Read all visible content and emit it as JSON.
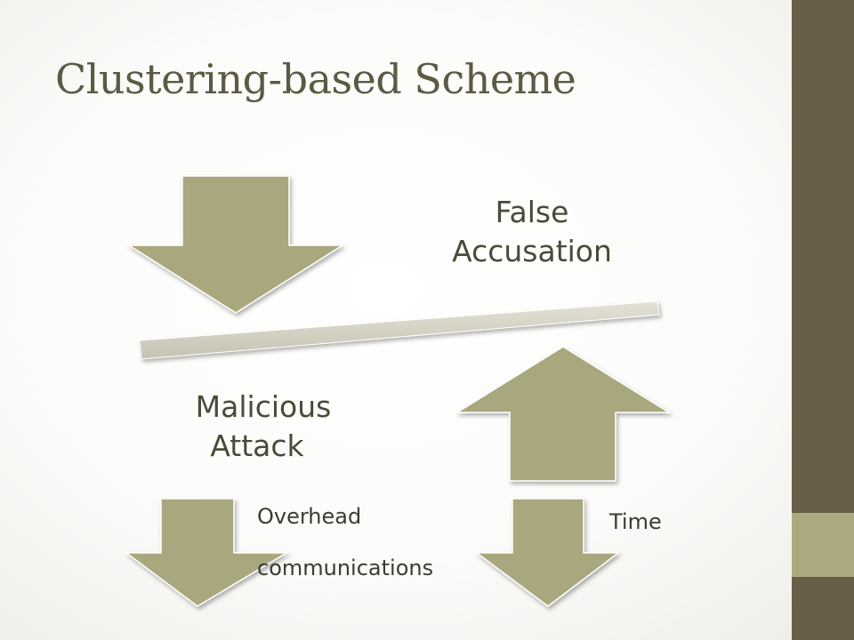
{
  "title": "Clustering-based Scheme",
  "labels": {
    "false_accusation": [
      "False",
      "Accusation"
    ],
    "malicious_attack": [
      "Malicious",
      "Attack"
    ],
    "overhead": "Overhead",
    "communications": "communications",
    "time": "Time"
  },
  "colors": {
    "arrow_fill": "#a9a77d",
    "beam_fill": "#d3d0c2",
    "sidebar": "#675f48",
    "sidebar_accent": "#abaa7f",
    "title_text": "#5c5a43"
  },
  "icons": {
    "large_down_arrow": "arrow-down-icon",
    "large_up_arrow": "arrow-up-icon",
    "small_down_arrow_left": "arrow-down-icon",
    "small_down_arrow_right": "arrow-down-icon",
    "balance_beam": "beam-bar"
  }
}
